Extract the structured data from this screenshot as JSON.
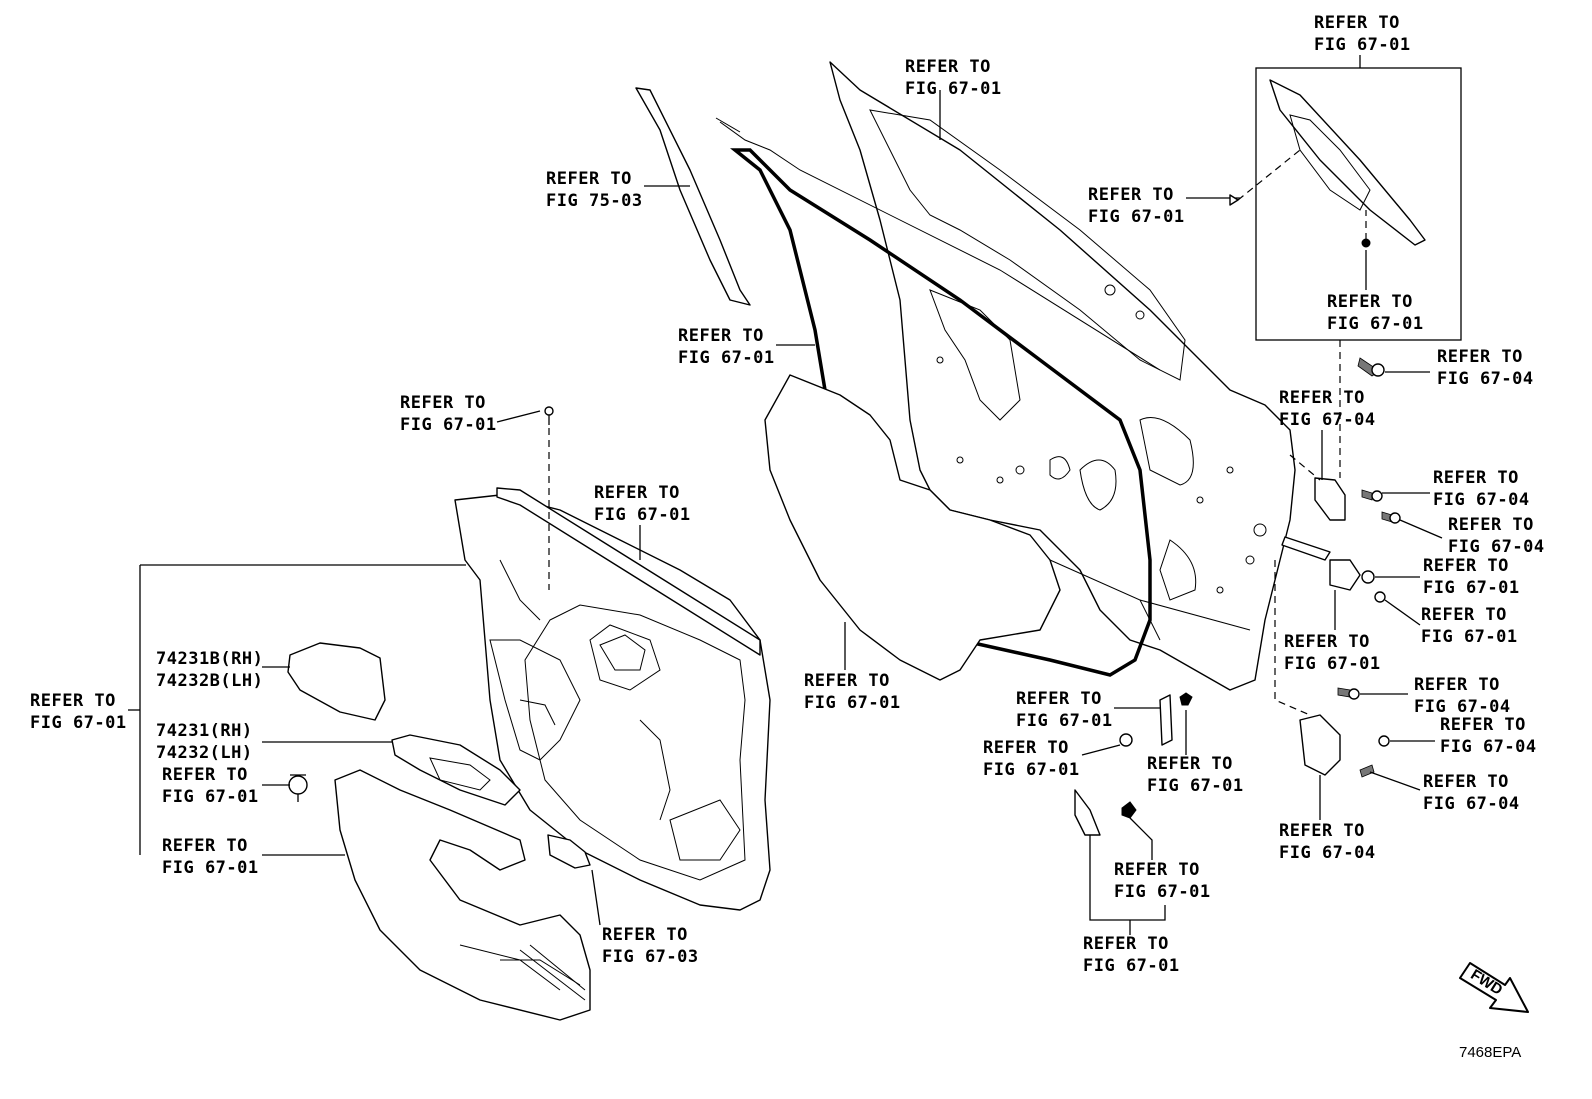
{
  "refer": {
    "fig_67_01": "REFER TO\nFIG 67-01",
    "fig_67_03": "REFER TO\nFIG 67-03",
    "fig_67_04": "REFER TO\nFIG 67-04",
    "fig_75_03": "REFER TO\nFIG 75-03"
  },
  "parts": {
    "p74231B": "74231B(RH)\n74232B(LH)",
    "p74231": "74231(RH)\n74232(LH)"
  },
  "forward_arrow": "FWD",
  "diagram_code": "7468EPA"
}
